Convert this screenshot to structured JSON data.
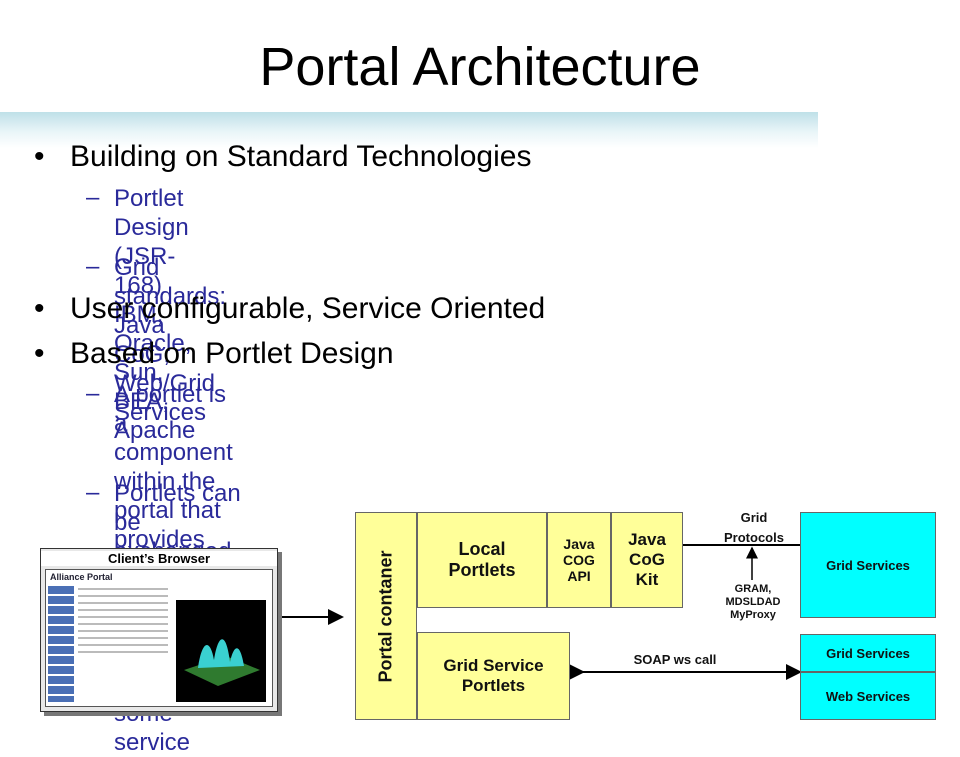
{
  "slide": {
    "title": "Portal Architecture",
    "bullets": [
      {
        "text": "Building on Standard Technologies"
      },
      {
        "text": "User configurable, Service Oriented"
      },
      {
        "text": "Based on Portlet Design"
      }
    ],
    "subs": [
      {
        "line1": "Portlet Design (JSR-168) IBM, Oracle, Sun,",
        "line2": "BEA, Apache"
      },
      {
        "line1": "Grid standards: Java CoG, Web/Grid Services"
      },
      {
        "line1": "A portlet is a component within the portal that",
        "line2": "provides the interface between the user and",
        "line3": "some service"
      },
      {
        "line1": "Portlets can be exchanged, interoperate"
      }
    ],
    "dash": "–",
    "dot": "•"
  },
  "diagram": {
    "clients_browser": "Client’s Browser",
    "browser_title": "Alliance Portal",
    "portal_container": "Portal contaner",
    "local_portlets": [
      "Local",
      "Portlets"
    ],
    "java_cog_api": [
      "Java",
      "COG",
      "API"
    ],
    "java_cog_kit": [
      "Java",
      "CoG",
      "Kit"
    ],
    "grid_service_portlets": [
      "Grid Service",
      "Portlets"
    ],
    "grid_protocols": [
      "Grid",
      "Protocols"
    ],
    "gram_label": [
      "GRAM,",
      "MDSLDAD",
      "MyProxy"
    ],
    "grid_services_top": "Grid Services",
    "soap_label": "SOAP ws call",
    "grid_services_bottom": "Grid Services",
    "web_services": "Web Services"
  },
  "colors": {
    "yellow": "#ffff99",
    "cyan": "#00ffff",
    "sub_text": "#2a2a9a"
  }
}
